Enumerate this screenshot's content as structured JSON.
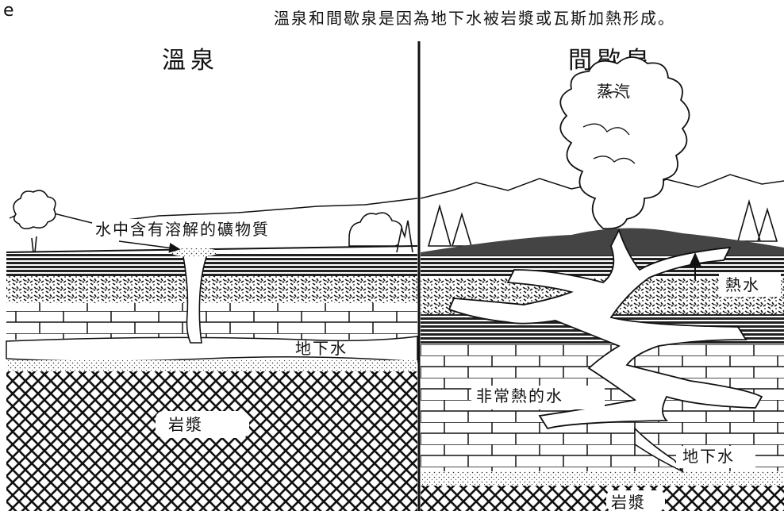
{
  "caption": "溫泉和間歇泉是因為地下水被岩漿或瓦斯加熱形成。",
  "corner_glyph": "e",
  "hot_spring": {
    "title": "溫泉",
    "mineral_label": "水中含有溶解的礦物質",
    "groundwater_label": "地下水",
    "magma_label": "岩漿"
  },
  "geyser": {
    "title": "間歇泉",
    "steam_label": "蒸汽",
    "hot_water_label": "熱水",
    "very_hot_water_label": "非常熱的水",
    "groundwater_label": "地下水",
    "magma_label": "岩漿"
  }
}
